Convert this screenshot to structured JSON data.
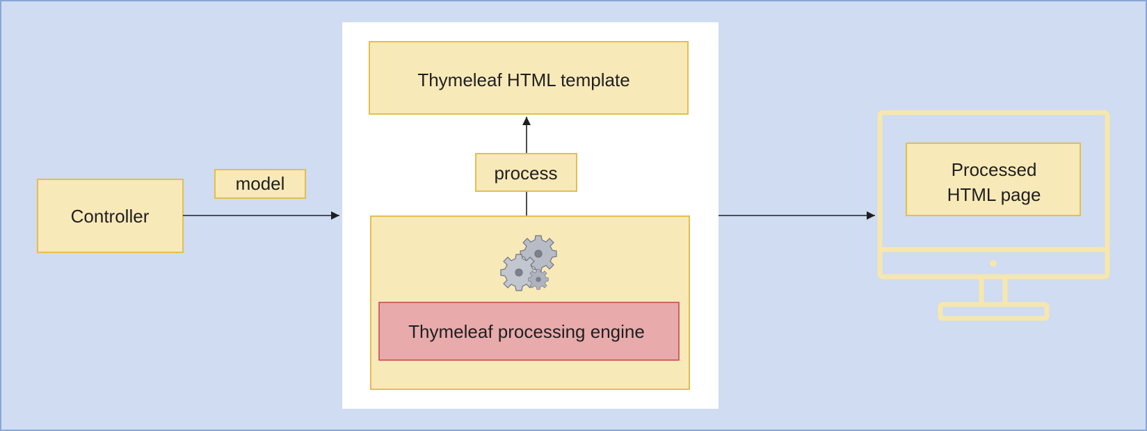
{
  "diagram": {
    "controller_label": "Controller",
    "model_label": "model",
    "template_label": "Thymeleaf HTML template",
    "process_label": "process",
    "engine_label": "Thymeleaf processing engine",
    "output_label_line1": "Processed",
    "output_label_line2": "HTML page"
  },
  "colors": {
    "background": "#cfdcf1",
    "background_border": "#8aa6d6",
    "box_fill": "#f8e9b8",
    "box_border": "#e3bf4f",
    "engine_fill": "#e8aaab",
    "engine_border": "#c94a52",
    "monitor_stroke": "#f6e7ae",
    "arrow": "#1f1f1f"
  },
  "icons": {
    "gears": "gears-icon",
    "monitor": "monitor-icon"
  }
}
